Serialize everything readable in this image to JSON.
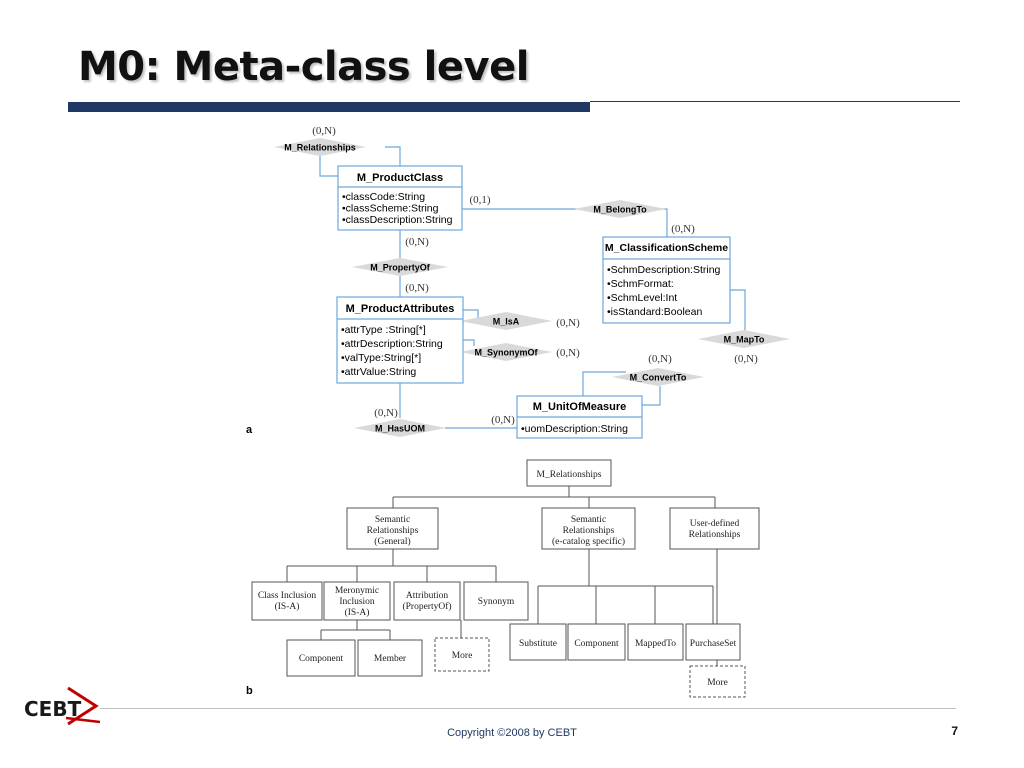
{
  "slide": {
    "title": "M0: Meta-class level",
    "copyright": "Copyright ©2008 by CEBT",
    "page_number": "7",
    "logo_text": "CEBT"
  },
  "colors": {
    "accent": "#1f3864",
    "entity_border": "#6fa6dc",
    "relationship_fill": "#d9d9d9",
    "tree_line": "#555555"
  },
  "diagram_a": {
    "label": "a",
    "entities": [
      {
        "id": "product_class",
        "name": "M_ProductClass",
        "attributes": [
          "•classCode:String",
          "•classScheme:String",
          "•classDescription:String"
        ]
      },
      {
        "id": "product_attributes",
        "name": "M_ProductAttributes",
        "attributes": [
          "•attrType :String[*]",
          "•attrDescription:String",
          "•valType:String[*]",
          "•attrValue:String"
        ]
      },
      {
        "id": "classification_scheme",
        "name": "M_ClassificationScheme",
        "attributes": [
          "•SchmDescription:String",
          "•SchmFormat:",
          "•SchmLevel:Int",
          "•isStandard:Boolean"
        ]
      },
      {
        "id": "unit_of_measure",
        "name": "M_UnitOfMeasure",
        "attributes": [
          "•uomDescription:String"
        ]
      }
    ],
    "relationships": [
      {
        "id": "relationships",
        "name": "M_Relationships"
      },
      {
        "id": "belong_to",
        "name": "M_BelongTo"
      },
      {
        "id": "property_of",
        "name": "M_PropertyOf"
      },
      {
        "id": "is_a",
        "name": "M_IsA"
      },
      {
        "id": "synonym_of",
        "name": "M_SynonymOf"
      },
      {
        "id": "map_to",
        "name": "M_MapTo"
      },
      {
        "id": "convert_to",
        "name": "M_ConvertTo"
      },
      {
        "id": "has_uom",
        "name": "M_HasUOM"
      }
    ],
    "cardinalities": [
      "(0,N)",
      "(0,1)",
      "(0,N)",
      "(0,N)",
      "(0,N)",
      "(0,N)",
      "(0,N)",
      "(0,N)",
      "(0,N)",
      "(0,N)",
      "(0,N)"
    ]
  },
  "diagram_b": {
    "label": "b",
    "root": "M_Relationships",
    "level1": [
      [
        "Semantic",
        "Relationships",
        "(General)"
      ],
      [
        "Semantic",
        "Relationships",
        "(e-catalog specific)"
      ],
      [
        "User-defined",
        "Relationships"
      ]
    ],
    "general_children": [
      [
        "Class Inclusion",
        "(IS-A)"
      ],
      [
        "Meronymic",
        "Inclusion",
        "(IS-A)"
      ],
      [
        "Attribution",
        "(PropertyOf)"
      ],
      [
        "Synonym"
      ]
    ],
    "meronymic_children": [
      "Component",
      "Member"
    ],
    "more": "More",
    "specific_children": [
      "Substitute",
      "Component",
      "MappedTo",
      "PurchaseSet"
    ]
  }
}
